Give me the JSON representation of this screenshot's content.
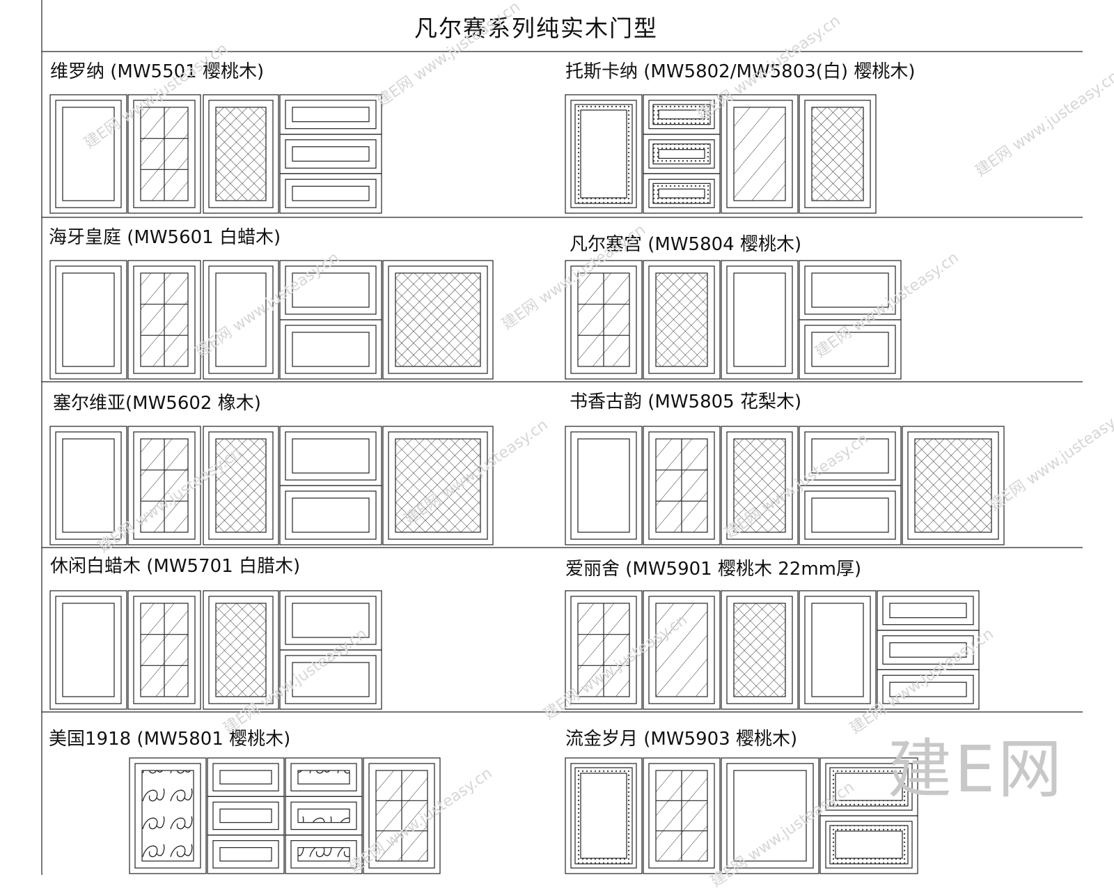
{
  "title": "凡尔赛系列纯实木门型",
  "watermark": "建E网 www.justeasy.cn",
  "brand": "建E网",
  "series": {
    "weiluona": "维罗纳 (MW5501 樱桃木)",
    "tuosikana": "托斯卡纳 (MW5802/MW5803(白) 樱桃木)",
    "haiya": "海牙皇庭 (MW5601 白蜡木)",
    "fanersai": "凡尔塞宫 (MW5804 樱桃木)",
    "saierweiya": "塞尔维亚(MW5602 橡木)",
    "shuxiang": "书香古韵 (MW5805 花梨木)",
    "xiuxian": "休闲白蜡木 (MW5701 白腊木)",
    "ailishe": "爱丽舍 (MW5901 樱桃木 22mm厚)",
    "meiguo": "美国1918 (MW5801 樱桃木)",
    "liujin": "流金岁月 (MW5903 樱桃木)"
  }
}
